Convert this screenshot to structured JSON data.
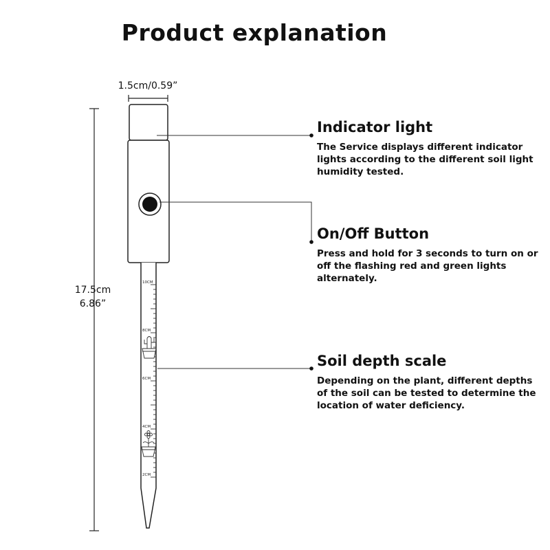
{
  "title": "Product explanation",
  "dimensions": {
    "width": "1.5cm/0.59”",
    "height_cm": "17.5cm",
    "height_in": "6.86”"
  },
  "callouts": {
    "indicator": {
      "title": "Indicator light",
      "description": "The Service displays different indicator lights according to the different soil light humidity tested."
    },
    "button": {
      "title": "On/Off Button",
      "description": "Press and hold for 3 seconds to turn on or off the flashing red and green lights alternately."
    },
    "scale": {
      "title": "Soil depth scale",
      "description": "Depending on the plant, different depths of the soil can be tested to determine the location of water deficiency."
    }
  },
  "scale_labels": [
    "10CM",
    "8CM",
    "6CM",
    "4CM",
    "2CM"
  ],
  "icons": [
    "cactus-pot-icon",
    "flower-pot-icon"
  ]
}
